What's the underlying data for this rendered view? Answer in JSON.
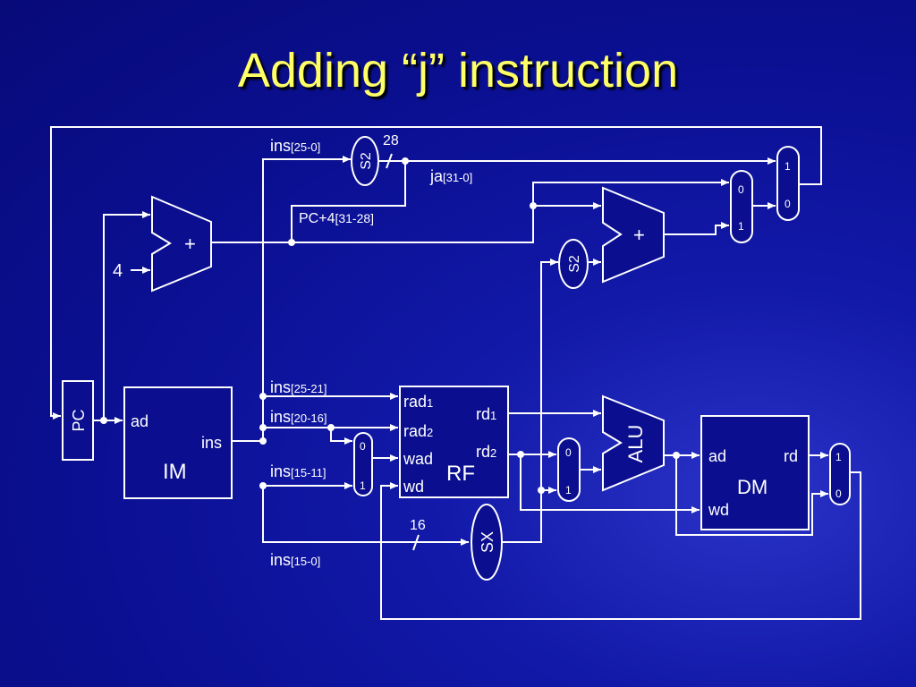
{
  "title": "Adding “j” instruction",
  "labels": {
    "pc": "PC",
    "im_ad": "ad",
    "im_ins": "ins",
    "im_name": "IM",
    "rf_rad1": "rad",
    "rf_rad1_sub": "1",
    "rf_rad2": "rad",
    "rf_rad2_sub": "2",
    "rf_wad": "wad",
    "rf_wd": "wd",
    "rf_rd1": "rd",
    "rf_rd1_sub": "1",
    "rf_rd2": "rd",
    "rf_rd2_sub": "2",
    "rf_name": "RF",
    "dm_ad": "ad",
    "dm_rd": "rd",
    "dm_wd": "wd",
    "dm_name": "DM",
    "alu": "ALU",
    "sx": "SX",
    "s2": "S2",
    "plus": "+",
    "four": "4",
    "ins_prefix": "ins",
    "ins_25_0": "[25-0]",
    "ins_25_21": "[25-21]",
    "ins_20_16": "[20-16]",
    "ins_15_11": "[15-11]",
    "ins_15_0": "[15-0]",
    "ja": "ja",
    "ja_bits": "[31-0]",
    "pc4": "PC+4",
    "pc4_bits": "[31-28]",
    "width_28": "28",
    "width_16": "16",
    "mux_0": "0",
    "mux_1": "1"
  }
}
